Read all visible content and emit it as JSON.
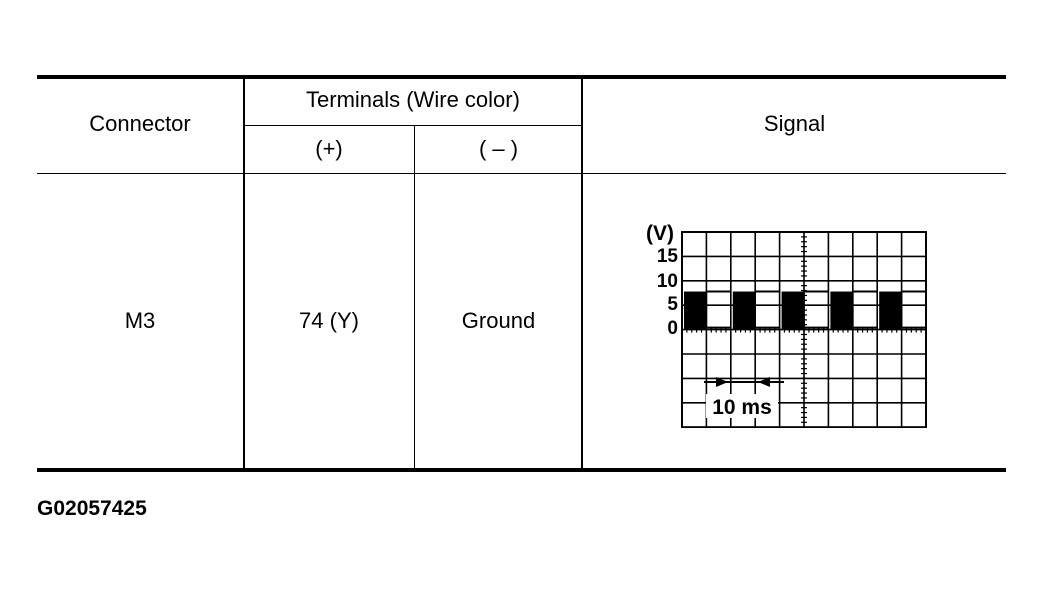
{
  "table": {
    "headers": {
      "connector": "Connector",
      "terminals": "Terminals (Wire color)",
      "plus": "(+)",
      "minus": "( – )",
      "signal": "Signal"
    },
    "row": {
      "connector": "M3",
      "plus": "74 (Y)",
      "minus": "Ground"
    }
  },
  "signal_graph": {
    "unit_label": "(V)",
    "y_tick_labels": [
      "15",
      "10",
      "5",
      "0"
    ],
    "time_scale_label": "10 ms"
  },
  "figure_id": "G02057425"
}
